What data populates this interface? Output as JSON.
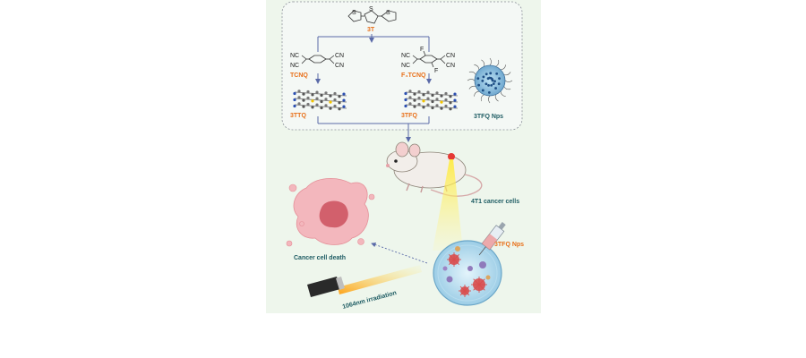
{
  "synthesis": {
    "reactant": "3T",
    "acceptor_left": "TCNQ",
    "acceptor_right": "F₄TCNQ",
    "product_left": "3TTQ",
    "product_right": "3TFQ",
    "nanoparticle_label": "3TFQ Nps",
    "nc_label": "NC",
    "cn_label": "CN",
    "f_label": "F",
    "s_label": "S"
  },
  "therapy": {
    "cell_line_label": "4T1 cancer cells",
    "injection_label": "3TFQ Nps",
    "irradiation_label": "1064nm irradiation",
    "outcome_label": "Cancer cell death"
  },
  "colors": {
    "panel_background": "#eef6ec",
    "accent_orange": "#e8701a",
    "label_teal": "#1e5c63",
    "arrow_blue": "#5a6aa8"
  }
}
